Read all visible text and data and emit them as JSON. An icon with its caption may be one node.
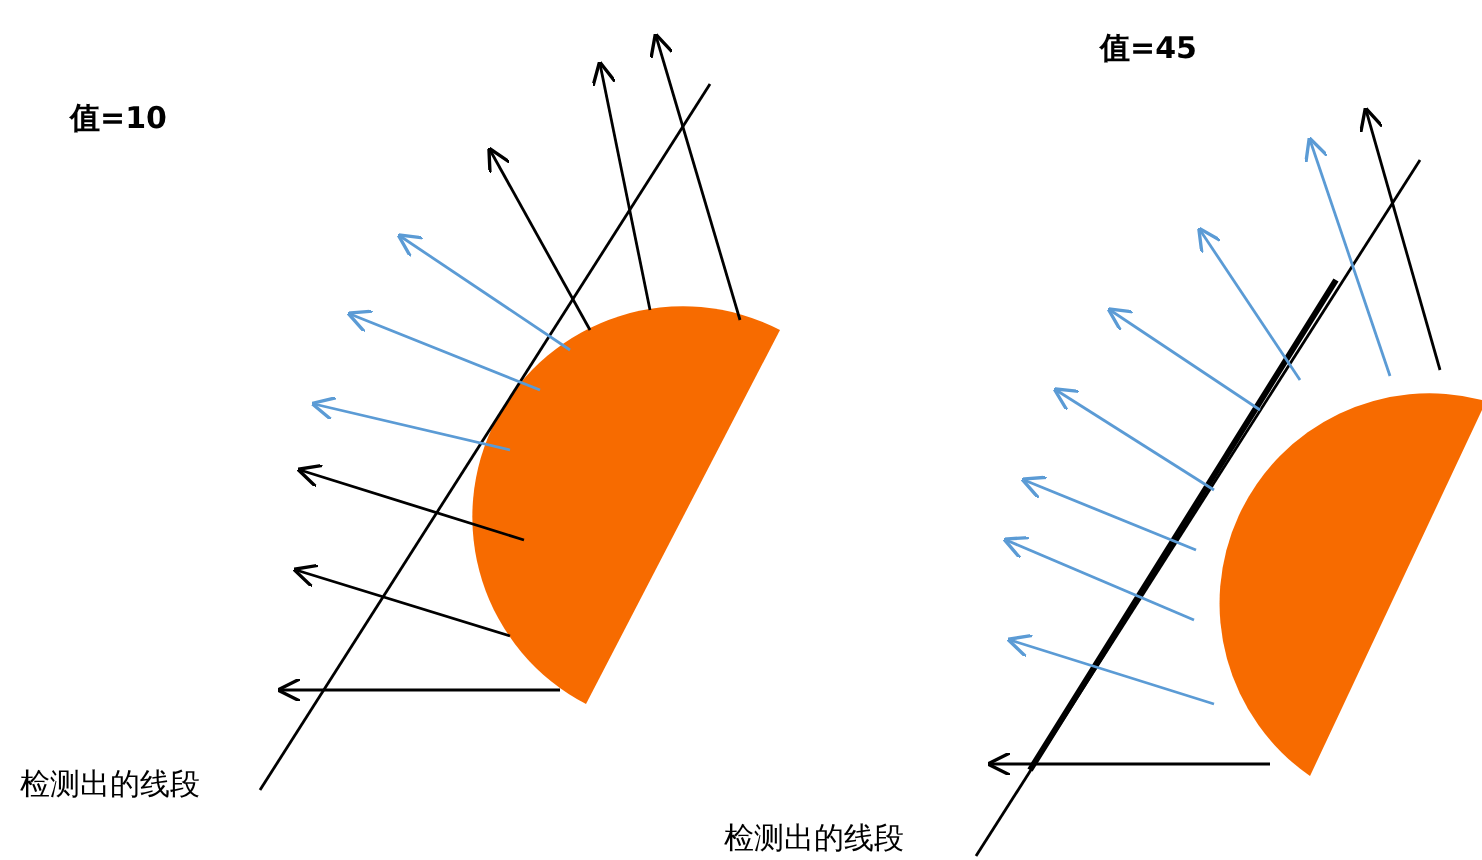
{
  "diagram": {
    "labels": [
      "值=10",
      "值=45",
      "检测出的线段",
      "检测出的线段"
    ]
  }
}
